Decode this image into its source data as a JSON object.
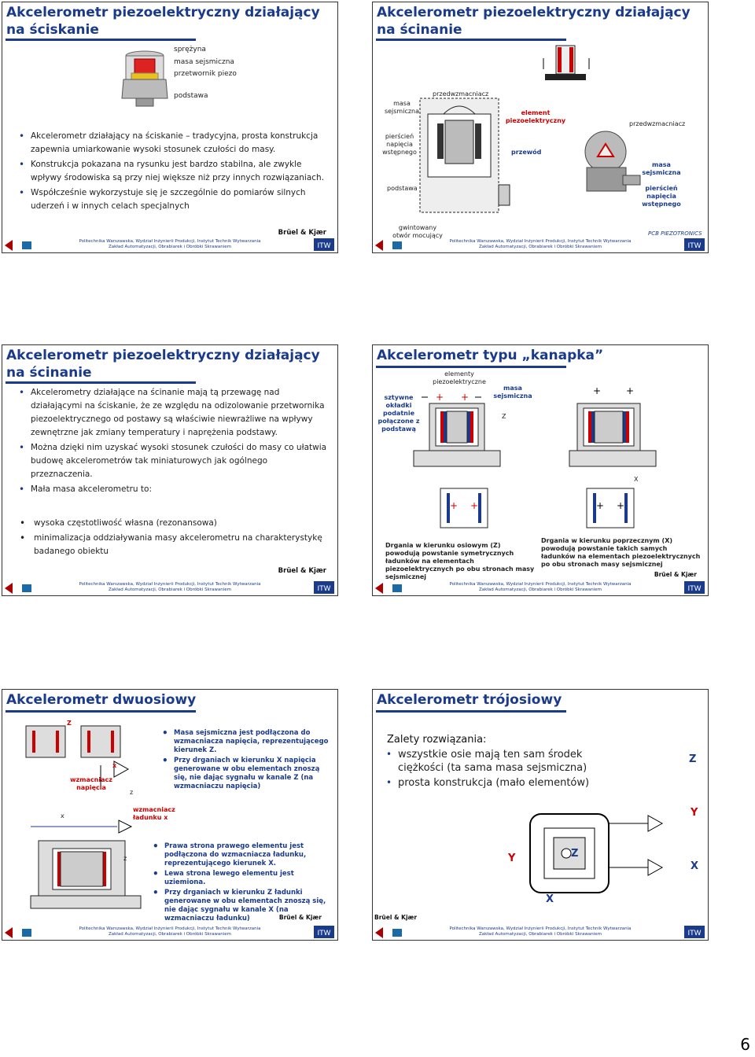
{
  "page_number": "6",
  "footer": {
    "line1": "Politechnika Warszawska, Wydział Inżynierii Produkcji, Instytut Technik Wytwarzania",
    "line2": "Zakład Automatyzacji, Obrabiarek i Obróbki Skrawaniem",
    "brand": "Brüel & Kjær"
  },
  "slide1": {
    "title": "Akcelerometr piezoelektryczny działający na ściskanie",
    "labels": [
      "sprężyna",
      "masa sejsmiczna",
      "przetwornik piezo",
      "podstawa"
    ],
    "bullets": [
      "Akcelerometr działający na ściskanie – tradycyjna, prosta konstrukcja zapewnia umiarkowanie wysoki stosunek czułości do masy.",
      "Konstrukcja pokazana na rysunku jest bardzo stabilna, ale zwykle wpływy środowiska są przy niej większe niż przy innych rozwiązaniach.",
      "Współcześnie wykorzystuje się je szczególnie do pomiarów silnych uderzeń i w innych celach specjalnych"
    ]
  },
  "slide2": {
    "title": "Akcelerometr piezoelektryczny działający na ścinanie",
    "labels": {
      "przedwzmacniacz": "przedwzmacniacz",
      "masa": "masa sejsmiczna",
      "pierscien": "pierścień napięcia wstępnego",
      "podstawa": "podstawa",
      "gwint": "gwintowany otwór mocujący",
      "element": "element piezoelektryczny",
      "przewod": "przewód",
      "przedwzmacniacz2": "przedwzmacniacz",
      "masa2": "masa sejsmiczna",
      "pierscien2": "pierścień napięcia wstępnego"
    },
    "brand_pcb": "PCB PIEZOTRONICS"
  },
  "slide3": {
    "title": "Akcelerometr piezoelektryczny działający na ścinanie",
    "bullets": [
      "Akcelerometry działające na ścinanie mają tą przewagę nad działającymi na ściskanie, że ze względu na odizolowanie przetwornika piezoelektrycznego od postawy są właściwie niewrażliwe na wpływy zewnętrzne jak zmiany temperatury i naprężenia podstawy.",
      "Można dzięki nim uzyskać wysoki stosunek czułości do masy co ułatwia budowę akcelerometrów tak miniaturowych jak ogólnego przeznaczenia.",
      "Mała masa akcelerometru to:"
    ],
    "subbullets": [
      "wysoka częstotliwość własna (rezonansowa)",
      "minimalizacja oddziaływania masy akcelerometru na charakterystykę badanego obiektu"
    ]
  },
  "slide4": {
    "title": "Akcelerometr typu „kanapka”",
    "labels": {
      "elementy": "elementy piezoelektryczne",
      "sztywne": "sztywne okładki podatnie połączone z podstawą",
      "masa": "masa sejsmiczna",
      "z": "Z",
      "x": "X"
    },
    "caption_left": "Drgania w kierunku osiowym (Z) powodują powstanie symetrycznych ładunków na elementach piezoelektrycznych po obu stronach masy sejsmicznej",
    "caption_right": "Drgania w kierunku poprzecznym (X) powodują powstanie takich samych ładunków na elementach piezoelektrycznych po obu stronach masy sejsmicznej"
  },
  "slide5": {
    "title": "Akcelerometr dwuosiowy",
    "labels": {
      "wzm_nap": "wzmacniacz napięcia",
      "wzm_lad": "wzmacniacz ładunku x",
      "x": "x",
      "z": "z",
      "Z": "Z"
    },
    "bullets_top": [
      "Masa sejsmiczna jest podłączona do wzmacniacza napięcia, reprezentującego kierunek Z.",
      "Przy drganiach w kierunku X napięcia generowane w obu elementach znoszą się, nie dając sygnału w kanale Z (na wzmacniaczu napięcia)"
    ],
    "bullets_bottom": [
      "Prawa strona prawego elementu jest podłączona do wzmacniacza ładunku, reprezentującego kierunek X.",
      "Lewa strona lewego elementu jest uziemiona.",
      "Przy drganiach w kierunku Z ładunki generowane w obu elementach znoszą się, nie dając sygnału w kanale X (na wzmacniaczu ładunku)"
    ]
  },
  "slide6": {
    "title": "Akcelerometr trójosiowy",
    "intro": "Zalety rozwiązania:",
    "bullets": [
      "wszystkie osie mają ten sam środek ciężkości (ta sama masa sejsmiczna)",
      "prosta konstrukcja (mało elementów)"
    ],
    "axes": {
      "z": "Z",
      "y": "Y",
      "x": "X"
    }
  }
}
